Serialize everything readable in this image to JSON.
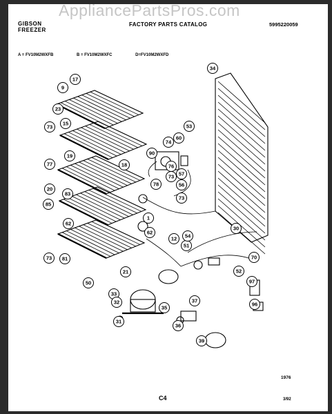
{
  "watermark": "AppliancePartsPros.com",
  "header": {
    "brand_line1": "GIBSON",
    "brand_line2": "FREEZER",
    "catalog_title": "FACTORY PARTS CATALOG",
    "catalog_number": "5995220059"
  },
  "models": {
    "a": "A = FV10M2WXFB",
    "b": "B = FV10M2WXFC",
    "d": "D=FV10M2WXFD"
  },
  "footer": {
    "year": "1976",
    "page": "C4",
    "date": "3/92"
  },
  "callouts": [
    "34",
    "17",
    "9",
    "23",
    "15",
    "73",
    "53",
    "74",
    "60",
    "90",
    "19",
    "18",
    "76",
    "77",
    "73",
    "57",
    "56",
    "78",
    "83",
    "20",
    "73",
    "85",
    "1",
    "62",
    "12",
    "62",
    "51",
    "54",
    "30",
    "73",
    "81",
    "21",
    "50",
    "70",
    "52",
    "97",
    "33",
    "32",
    "35",
    "37",
    "96",
    "31",
    "36",
    "39"
  ]
}
